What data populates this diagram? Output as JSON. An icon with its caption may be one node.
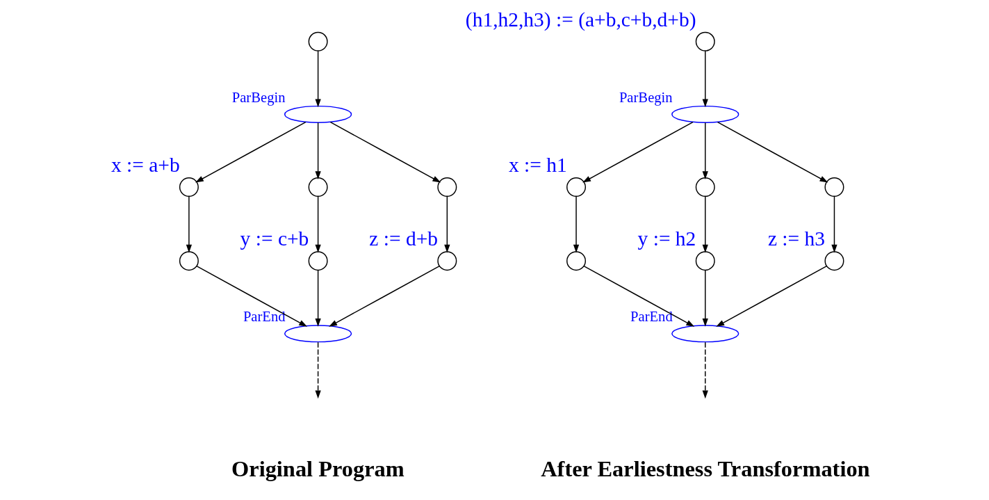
{
  "diagram": {
    "nodes": [
      {
        "text": [],
        "shape": "circle"
      },
      {
        "text": [],
        "shape": "ellipse",
        "beside": [
          "ParBegin"
        ]
      },
      {
        "text": [],
        "shape": "circle",
        "beside": [
          "x := a+b"
        ]
      },
      {
        "text": [],
        "shape": "circle"
      },
      {
        "text": [],
        "shape": "circle"
      },
      {
        "text": [],
        "shape": "circle"
      },
      {
        "text": [],
        "shape": "circle",
        "beside": [
          "y := c+b"
        ]
      },
      {
        "text": [],
        "shape": "circle",
        "beside": [
          "z := d+b"
        ]
      },
      {
        "text": [],
        "shape": "ellipse",
        "beside": [
          "ParEnd"
        ]
      },
      {
        "text": [],
        "shape": "circle",
        "beside": [
          "(h1,h2,h3) := (a+b,c+b,d+b)"
        ]
      },
      {
        "text": [],
        "shape": "ellipse",
        "beside": [
          "ParBegin"
        ]
      },
      {
        "text": [],
        "shape": "circle",
        "beside": [
          "x := h1"
        ]
      },
      {
        "text": [],
        "shape": "circle"
      },
      {
        "text": [],
        "shape": "circle"
      },
      {
        "text": [],
        "shape": "circle"
      },
      {
        "text": [],
        "shape": "circle",
        "beside": [
          "y := h2"
        ]
      },
      {
        "text": [],
        "shape": "circle",
        "beside": [
          "z := h3"
        ]
      },
      {
        "text": [],
        "shape": "ellipse",
        "beside": [
          "ParEnd"
        ]
      }
    ],
    "edges": [
      {
        "from": 0,
        "to": 1,
        "arrow": "to"
      },
      {
        "from": 1,
        "to": 2,
        "arrow": "to"
      },
      {
        "from": 1,
        "to": 3,
        "arrow": "to"
      },
      {
        "from": 1,
        "to": 4,
        "arrow": "to"
      },
      {
        "from": 2,
        "to": 5,
        "arrow": "to"
      },
      {
        "from": 3,
        "to": 6,
        "arrow": "to"
      },
      {
        "from": 4,
        "to": 7,
        "arrow": "to"
      },
      {
        "from": 5,
        "to": 8,
        "arrow": "to"
      },
      {
        "from": 6,
        "to": 8,
        "arrow": "to"
      },
      {
        "from": 7,
        "to": 8,
        "arrow": "to"
      },
      {
        "from": 8,
        "to": null,
        "arrow": "to",
        "style": "dashed"
      },
      {
        "from": 9,
        "to": 10,
        "arrow": "to"
      },
      {
        "from": 10,
        "to": 11,
        "arrow": "to"
      },
      {
        "from": 10,
        "to": 12,
        "arrow": "to"
      },
      {
        "from": 10,
        "to": 13,
        "arrow": "to"
      },
      {
        "from": 11,
        "to": 14,
        "arrow": "to"
      },
      {
        "from": 12,
        "to": 15,
        "arrow": "to"
      },
      {
        "from": 13,
        "to": 16,
        "arrow": "to"
      },
      {
        "from": 14,
        "to": 17,
        "arrow": "to"
      },
      {
        "from": 15,
        "to": 17,
        "arrow": "to"
      },
      {
        "from": 16,
        "to": 17,
        "arrow": "to"
      },
      {
        "from": 17,
        "to": null,
        "arrow": "to",
        "style": "dashed"
      }
    ],
    "labels": [
      "Original Program",
      "After Earliestness Transformation"
    ]
  }
}
